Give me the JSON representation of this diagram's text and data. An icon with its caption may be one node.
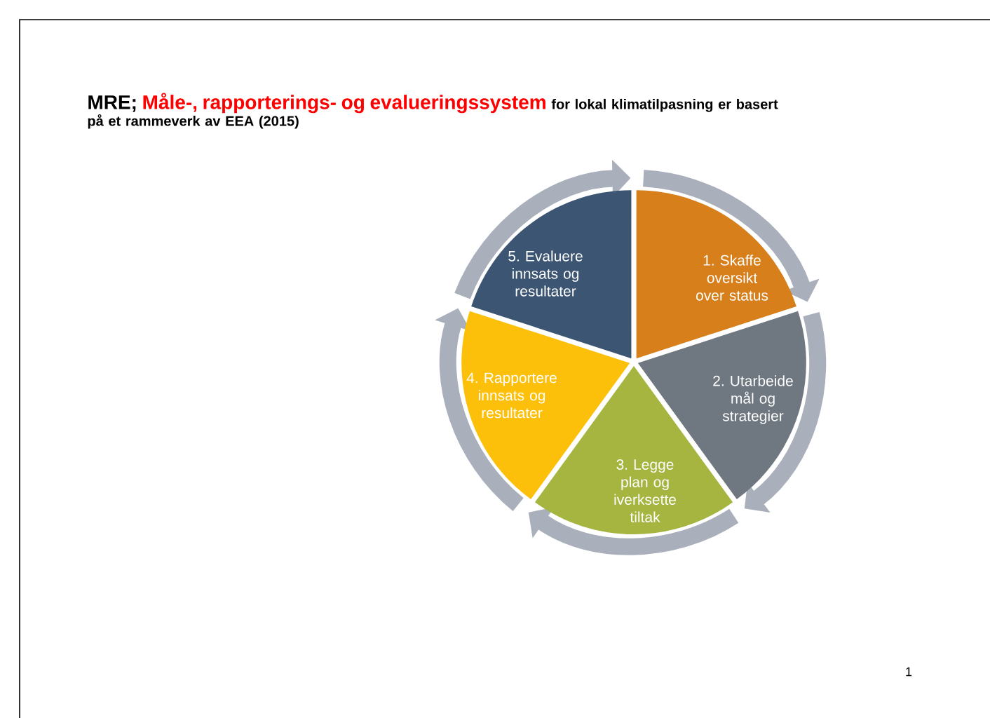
{
  "diagram": {
    "nodes": [
      {
        "text": [
          "1. Skaffe oversikt over status"
        ]
      },
      {
        "text": [
          "2. Utarbeide mål og strategier"
        ]
      },
      {
        "text": [
          "3. Legge plan og iverksette tiltak"
        ]
      },
      {
        "text": [
          "4. Rapportere innsats og resultater"
        ]
      },
      {
        "text": [
          "5. Evaluere innsats og resultater"
        ]
      }
    ],
    "edges": [
      {
        "from": 0,
        "to": 1,
        "arrow": "to"
      },
      {
        "from": 1,
        "to": 2,
        "arrow": "to"
      },
      {
        "from": 2,
        "to": 3,
        "arrow": "to"
      },
      {
        "from": 3,
        "to": 4,
        "arrow": "to"
      },
      {
        "from": 4,
        "to": 0,
        "arrow": "to"
      }
    ],
    "labels": [
      "MRE;",
      "Måle-, rapporterings- og evalueringssystem",
      "for lokal klimatilpasning er basert på et rammeverk av EEA (2015)",
      "1"
    ]
  }
}
